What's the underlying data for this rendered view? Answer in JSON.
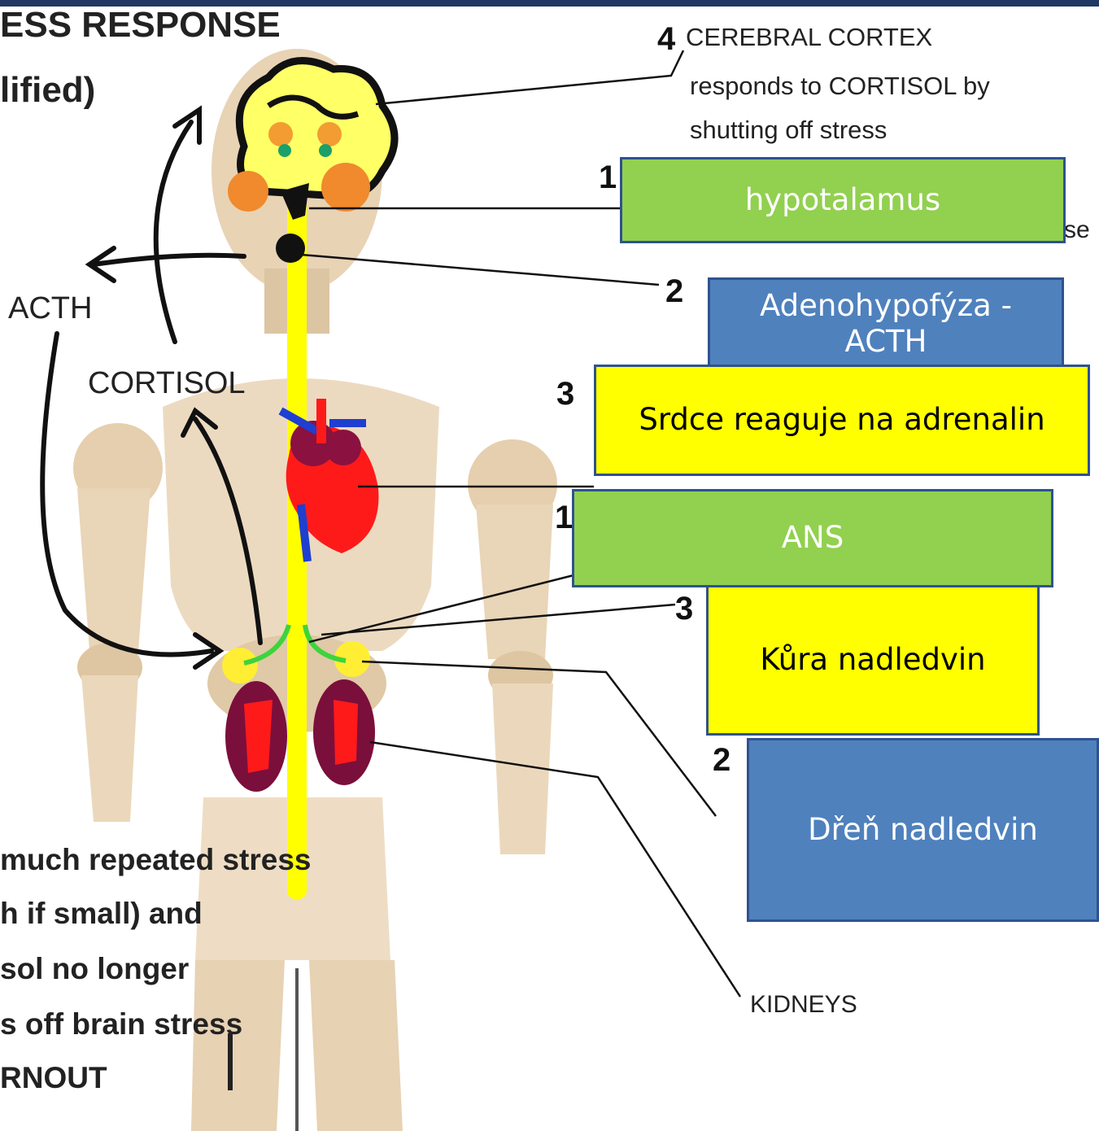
{
  "diagram": {
    "title_lines": [
      "ESS RESPONSE",
      "lified)"
    ],
    "side_labels": {
      "acth": "ACTH",
      "cortisol": "CORTISOL",
      "kidneys": "KIDNEYS"
    },
    "cortex_note": {
      "number": "4",
      "lines": [
        "CEREBRAL CORTEX",
        "responds to CORTISOL by",
        "shutting off stress"
      ]
    },
    "hidden_fragment": "se",
    "step_numbers": {
      "n1_top": "1",
      "n2_top": "2",
      "n3_top": "3",
      "n1_mid": "1",
      "n3_mid": "3",
      "n2_bottom": "2"
    },
    "bottom_text_lines": [
      "much repeated stress",
      "h if small) and",
      "sol no longer",
      "s off brain stress",
      "RNOUT"
    ],
    "boxes": {
      "hypotalamus": "hypotalamus",
      "adenohypofyza_line1": "Adenohypofýza -",
      "adenohypofyza_line2": "ACTH",
      "srdce": "Srdce reaguje na adrenalin",
      "ans": "ANS",
      "kura": "Kůra nadledvin",
      "dren": "Dřeň nadledvin"
    },
    "colors": {
      "green_box": "#92d050",
      "blue_box": "#4f81bd",
      "yellow_box": "#ffff00",
      "box_border": "#2f528f",
      "spine": "#ffff00",
      "heart": "#ff1a1a",
      "kidney": "#7a0f3c",
      "frame": "#1f3864"
    }
  }
}
